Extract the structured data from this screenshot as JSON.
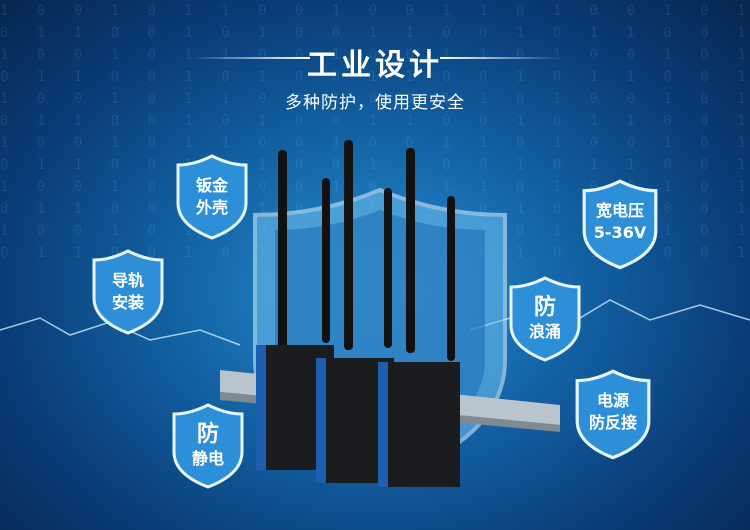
{
  "header": {
    "title": "工业设计",
    "subtitle": "多种防护，使用更安全"
  },
  "features": [
    {
      "line1": "钣金",
      "line2": "外壳"
    },
    {
      "line1": "导轨",
      "line2": "安装"
    },
    {
      "line1": "防",
      "line2": "静电"
    },
    {
      "line1": "宽电压",
      "line2": "5-36V"
    },
    {
      "line1": "防",
      "line2": "浪涌"
    },
    {
      "line1": "电源",
      "line2": "防反接"
    }
  ],
  "colors": {
    "accent": "#1466a8",
    "shield": "#2d8fd8"
  }
}
